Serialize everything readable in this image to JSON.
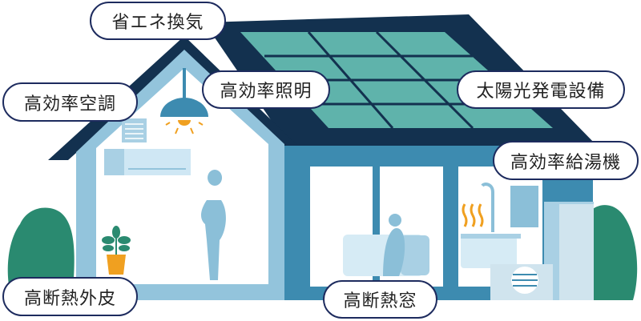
{
  "labels": {
    "ventilation": "省エネ換気",
    "air_conditioning": "高効率空調",
    "lighting": "高効率照明",
    "solar": "太陽光発電設備",
    "water_heater": "高効率給湯機",
    "insulated_envelope": "高断熱外皮",
    "insulated_windows": "高断熱窓"
  },
  "colors": {
    "label_border": "#1d2b5e",
    "roof": "#13314f",
    "solar_panel": "#5fb3ab",
    "wall_light": "#93c4dc",
    "wall_dark": "#3d8bb0",
    "greenery": "#2a8a70",
    "accent_orange": "#f0a020"
  }
}
